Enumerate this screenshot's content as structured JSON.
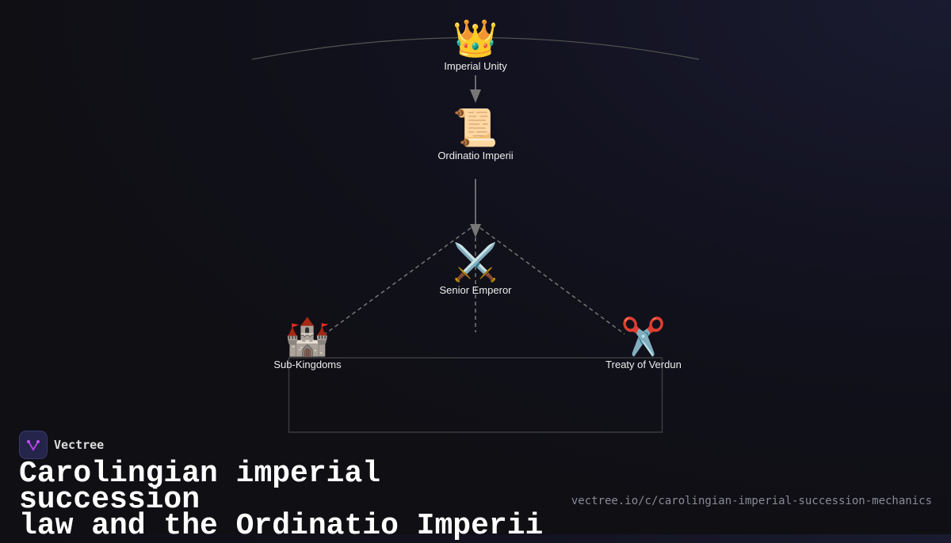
{
  "diagram": {
    "nodes": [
      {
        "id": "imperial-unity",
        "icon": "crown-icon",
        "emoji": "👑",
        "label": "Imperial Unity"
      },
      {
        "id": "ordinatio",
        "icon": "scroll-icon",
        "emoji": "📜",
        "label": "Ordinatio Imperii"
      },
      {
        "id": "senior-emperor",
        "icon": "crossed-swords-icon",
        "emoji": "⚔️",
        "label": "Senior Emperor"
      },
      {
        "id": "sub-kingdoms",
        "icon": "castle-icon",
        "emoji": "🏰",
        "label": "Sub-Kingdoms"
      },
      {
        "id": "verdun",
        "icon": "scissors-icon",
        "emoji": "✂️",
        "label": "Treaty of Verdun"
      }
    ],
    "edges": [
      {
        "from": "imperial-unity",
        "to": "ordinatio",
        "style": "solid-arrow"
      },
      {
        "from": "ordinatio",
        "to": "senior-emperor",
        "style": "solid-arrow"
      },
      {
        "from": "senior-emperor",
        "to": "sub-kingdoms",
        "style": "dashed"
      },
      {
        "from": "senior-emperor",
        "to": "verdun",
        "style": "dashed"
      }
    ]
  },
  "brand": {
    "name": "Vectree"
  },
  "title": {
    "line1": "Carolingian imperial succession",
    "line2": "law and the Ordinatio Imperii"
  },
  "url": "vectree.io/c/carolingian-imperial-succession-mechanics"
}
